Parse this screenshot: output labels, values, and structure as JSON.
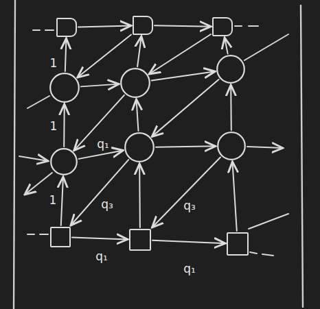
{
  "diagram": {
    "nodes": [
      {
        "text": []
      },
      {
        "text": []
      },
      {
        "text": []
      },
      {
        "text": []
      },
      {
        "text": []
      },
      {
        "text": []
      },
      {
        "text": []
      },
      {
        "text": []
      },
      {
        "text": []
      },
      {
        "text": []
      },
      {
        "text": []
      },
      {
        "text": []
      }
    ],
    "edges": [
      {
        "from": 0,
        "to": 1,
        "arrow": "to"
      },
      {
        "from": 1,
        "to": 2,
        "arrow": "to"
      },
      {
        "from": 3,
        "to": 0,
        "arrow": "to",
        "label": "1"
      },
      {
        "from": 4,
        "to": 1,
        "arrow": "to"
      },
      {
        "from": 5,
        "to": 2,
        "arrow": "to"
      },
      {
        "from": 3,
        "to": 4,
        "arrow": "to"
      },
      {
        "from": 4,
        "to": 5,
        "arrow": "to"
      },
      {
        "from": 1,
        "to": 3,
        "arrow": "to"
      },
      {
        "from": 2,
        "to": 4,
        "arrow": "to"
      },
      {
        "from": 6,
        "to": 3,
        "arrow": "to",
        "label": "1"
      },
      {
        "from": 7,
        "to": 4,
        "arrow": "to"
      },
      {
        "from": 8,
        "to": 5,
        "arrow": "to"
      },
      {
        "from": 6,
        "to": 7,
        "arrow": "to",
        "label": "q₁"
      },
      {
        "from": 7,
        "to": 8,
        "arrow": "to"
      },
      {
        "from": 4,
        "to": 6,
        "arrow": "to"
      },
      {
        "from": 5,
        "to": 7,
        "arrow": "to"
      },
      {
        "from": 9,
        "to": 6,
        "arrow": "to",
        "label": "1"
      },
      {
        "from": 10,
        "to": 7,
        "arrow": "to"
      },
      {
        "from": 11,
        "to": 8,
        "arrow": "to"
      },
      {
        "from": 7,
        "to": 9,
        "arrow": "to",
        "label": "q₃"
      },
      {
        "from": 8,
        "to": 10,
        "arrow": "to",
        "label": "q₃"
      },
      {
        "from": 9,
        "to": 10,
        "arrow": "to",
        "label": "q₁"
      },
      {
        "from": 10,
        "to": 11,
        "arrow": "to",
        "label": "q₁"
      }
    ]
  }
}
